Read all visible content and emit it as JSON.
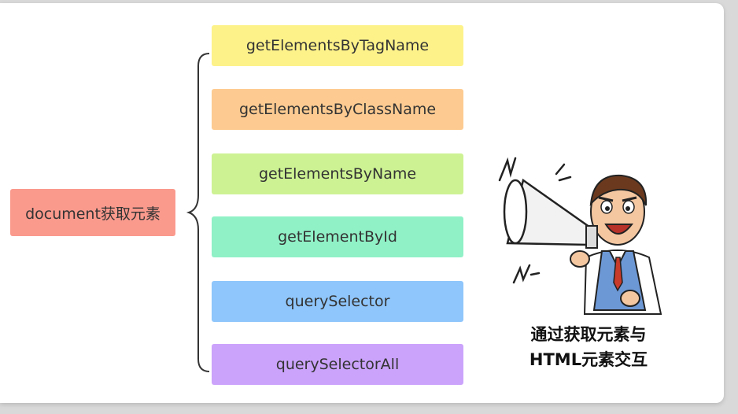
{
  "root": {
    "label": "document获取元素",
    "color": "#fa9a8d"
  },
  "methods": [
    {
      "label": "getElementsByTagName",
      "color": "#fdf28a"
    },
    {
      "label": "getElementsByClassName",
      "color": "#fdcb91"
    },
    {
      "label": "getElementsByName",
      "color": "#cdf293"
    },
    {
      "label": "getElementById",
      "color": "#90f1c7"
    },
    {
      "label": "querySelector",
      "color": "#8fc6fb"
    },
    {
      "label": "querySelectorAll",
      "color": "#cba3fb"
    }
  ],
  "illustration": {
    "icon": "man-with-megaphone-icon",
    "caption_line1": "通过获取元素与",
    "caption_line2": "HTML元素交互"
  }
}
